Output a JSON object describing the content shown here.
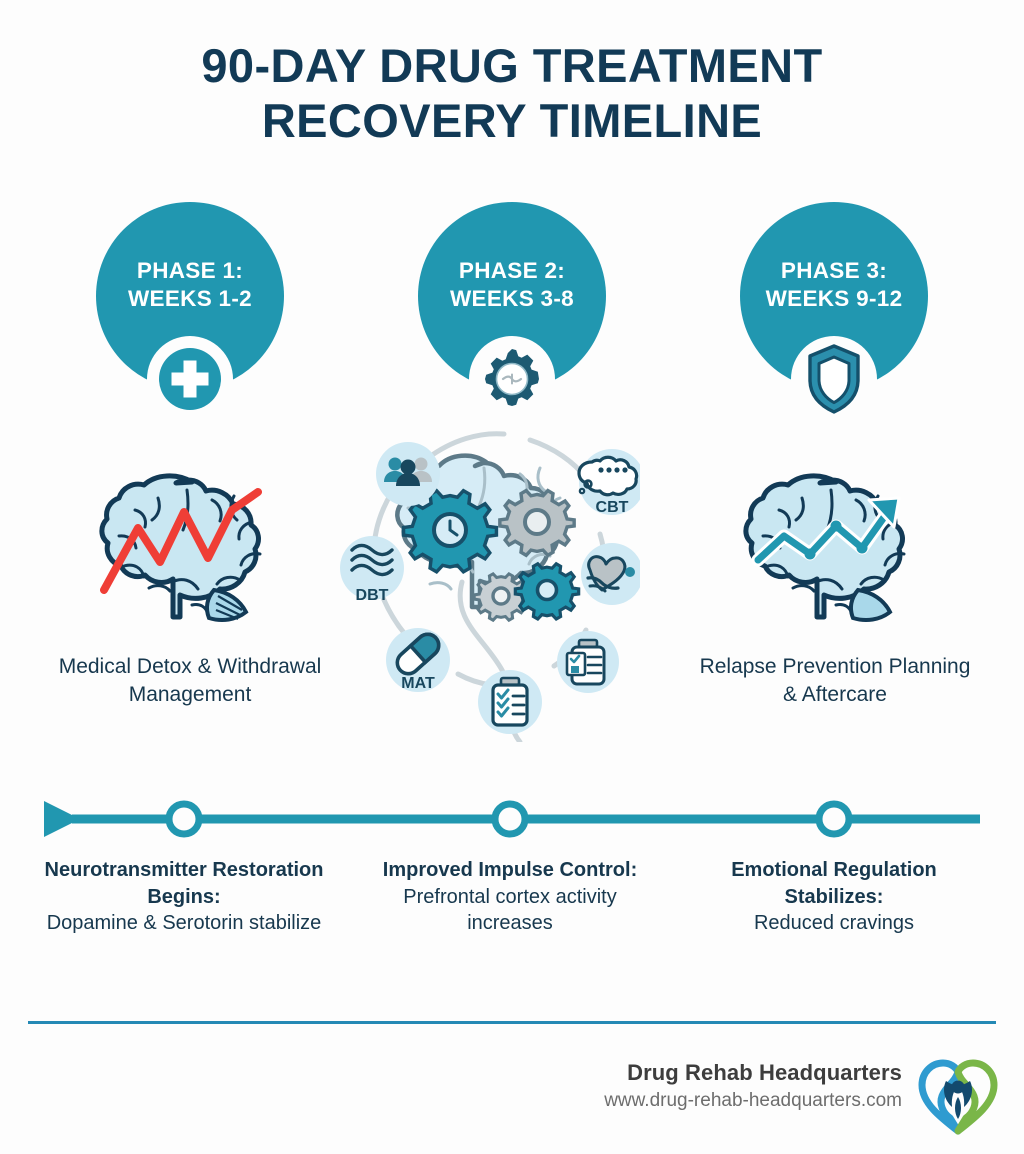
{
  "title": {
    "line1": "90-DAY DRUG TREATMENT",
    "line2": "RECOVERY TIMELINE"
  },
  "colors": {
    "teal": "#2197b0",
    "deep_navy": "#123a56",
    "text_navy": "#17384e",
    "brain_fill": "#c9e7f2",
    "brain_stroke": "#123a56",
    "red_line": "#ef3e36",
    "teal_line": "#2197b0",
    "rule": "#2489b5",
    "logo_blue": "#2f9bd0",
    "logo_green": "#7ab648",
    "logo_navy": "#134a6e",
    "icon_bubble": "#cfe9f4"
  },
  "phases": [
    {
      "label_line1": "PHASE 1:",
      "label_line2": "WEEKS 1-2",
      "badge_icon": "medical-cross-icon",
      "illustration": "brain-with-volatile-red-line",
      "caption": "Medical Detox & Withdrawal Management"
    },
    {
      "label_line1": "PHASE 2:",
      "label_line2": "WEEKS 3-8",
      "badge_icon": "gear-icon",
      "illustration": "brain-with-gears-and-therapy-icons",
      "caption": ""
    },
    {
      "label_line1": "PHASE 3:",
      "label_line2": "WEEKS 9-12",
      "badge_icon": "shield-icon",
      "illustration": "brain-with-rising-teal-arrow",
      "caption": "Relapse Prevention Planning & Aftercare"
    }
  ],
  "therapy_icons": [
    {
      "name": "group-therapy-icon",
      "label": ""
    },
    {
      "name": "thought-bubble-icon",
      "label": "CBT"
    },
    {
      "name": "heart-hands-icon",
      "label": ""
    },
    {
      "name": "medication-chart-icon",
      "label": ""
    },
    {
      "name": "checklist-bottle-icon",
      "label": ""
    },
    {
      "name": "pill-capsule-icon",
      "label": "MAT"
    },
    {
      "name": "waves-icon",
      "label": "DBT"
    }
  ],
  "timeline": {
    "arrow_direction": "left",
    "marker_count": 3
  },
  "milestones": [
    {
      "title": "Neurotransmitter Restoration Begins:",
      "subtitle": "Dopamine & Serotorin stabilize"
    },
    {
      "title": "Improved Impulse Control:",
      "subtitle": "Prefrontal cortex activity increases"
    },
    {
      "title": "Emotional Regulation Stabilizes:",
      "subtitle": "Reduced cravings"
    }
  ],
  "footer": {
    "brand_name": "Drug Rehab Headquarters",
    "url": "www.drug-rehab-headquarters.com",
    "logo_icon": "heart-with-person-logo"
  }
}
